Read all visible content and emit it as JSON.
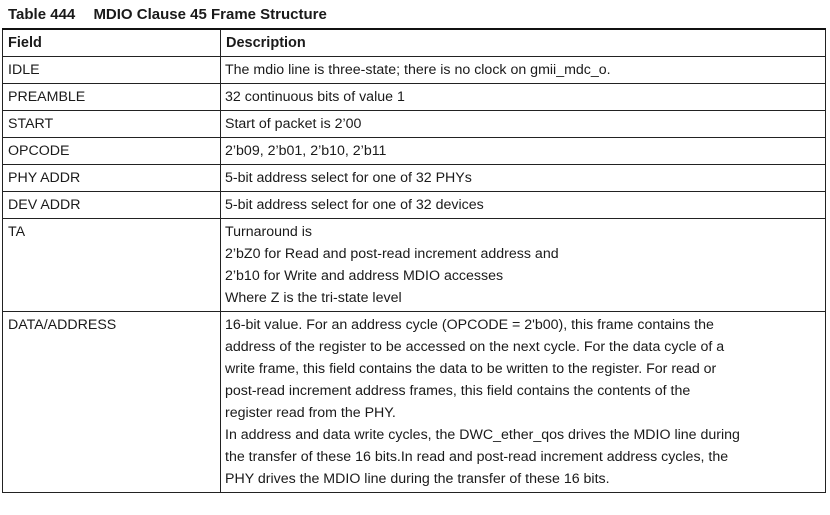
{
  "caption": {
    "number": "Table 444",
    "title": "MDIO Clause 45 Frame Structure"
  },
  "headers": {
    "field": "Field",
    "description": "Description"
  },
  "rows": [
    {
      "field": "IDLE",
      "description": [
        "The mdio line is three-state; there is no clock on gmii_mdc_o."
      ]
    },
    {
      "field": "PREAMBLE",
      "description": [
        "32 continuous bits of value 1"
      ]
    },
    {
      "field": "START",
      "description": [
        "Start of packet is 2’00"
      ]
    },
    {
      "field": "OPCODE",
      "description": [
        "2’b09, 2’b01, 2’b10, 2’b11"
      ]
    },
    {
      "field": "PHY ADDR",
      "description": [
        "5-bit address select for one of 32 PHYs"
      ]
    },
    {
      "field": "DEV ADDR",
      "description": [
        "5-bit address select for one of 32 devices"
      ]
    },
    {
      "field": "TA",
      "description": [
        "Turnaround is",
        "2’bZ0 for Read and post-read increment address and",
        "2’b10 for Write and address MDIO accesses",
        "Where Z is the tri-state level"
      ]
    },
    {
      "field": "DATA/ADDRESS",
      "description": [
        "16-bit value. For an address cycle (OPCODE = 2'b00), this frame contains the",
        "address of the register to be accessed on the next cycle. For the data cycle of a",
        "write frame, this field contains the data to be written to the register. For read or",
        "post-read increment address frames, this field contains the contents of the",
        "register read from the PHY.",
        "In address and data write cycles, the DWC_ether_qos drives the MDIO line during",
        "the transfer of these 16 bits.In read and post-read increment address cycles, the",
        "PHY drives the MDIO line during the transfer of these 16 bits."
      ]
    }
  ]
}
